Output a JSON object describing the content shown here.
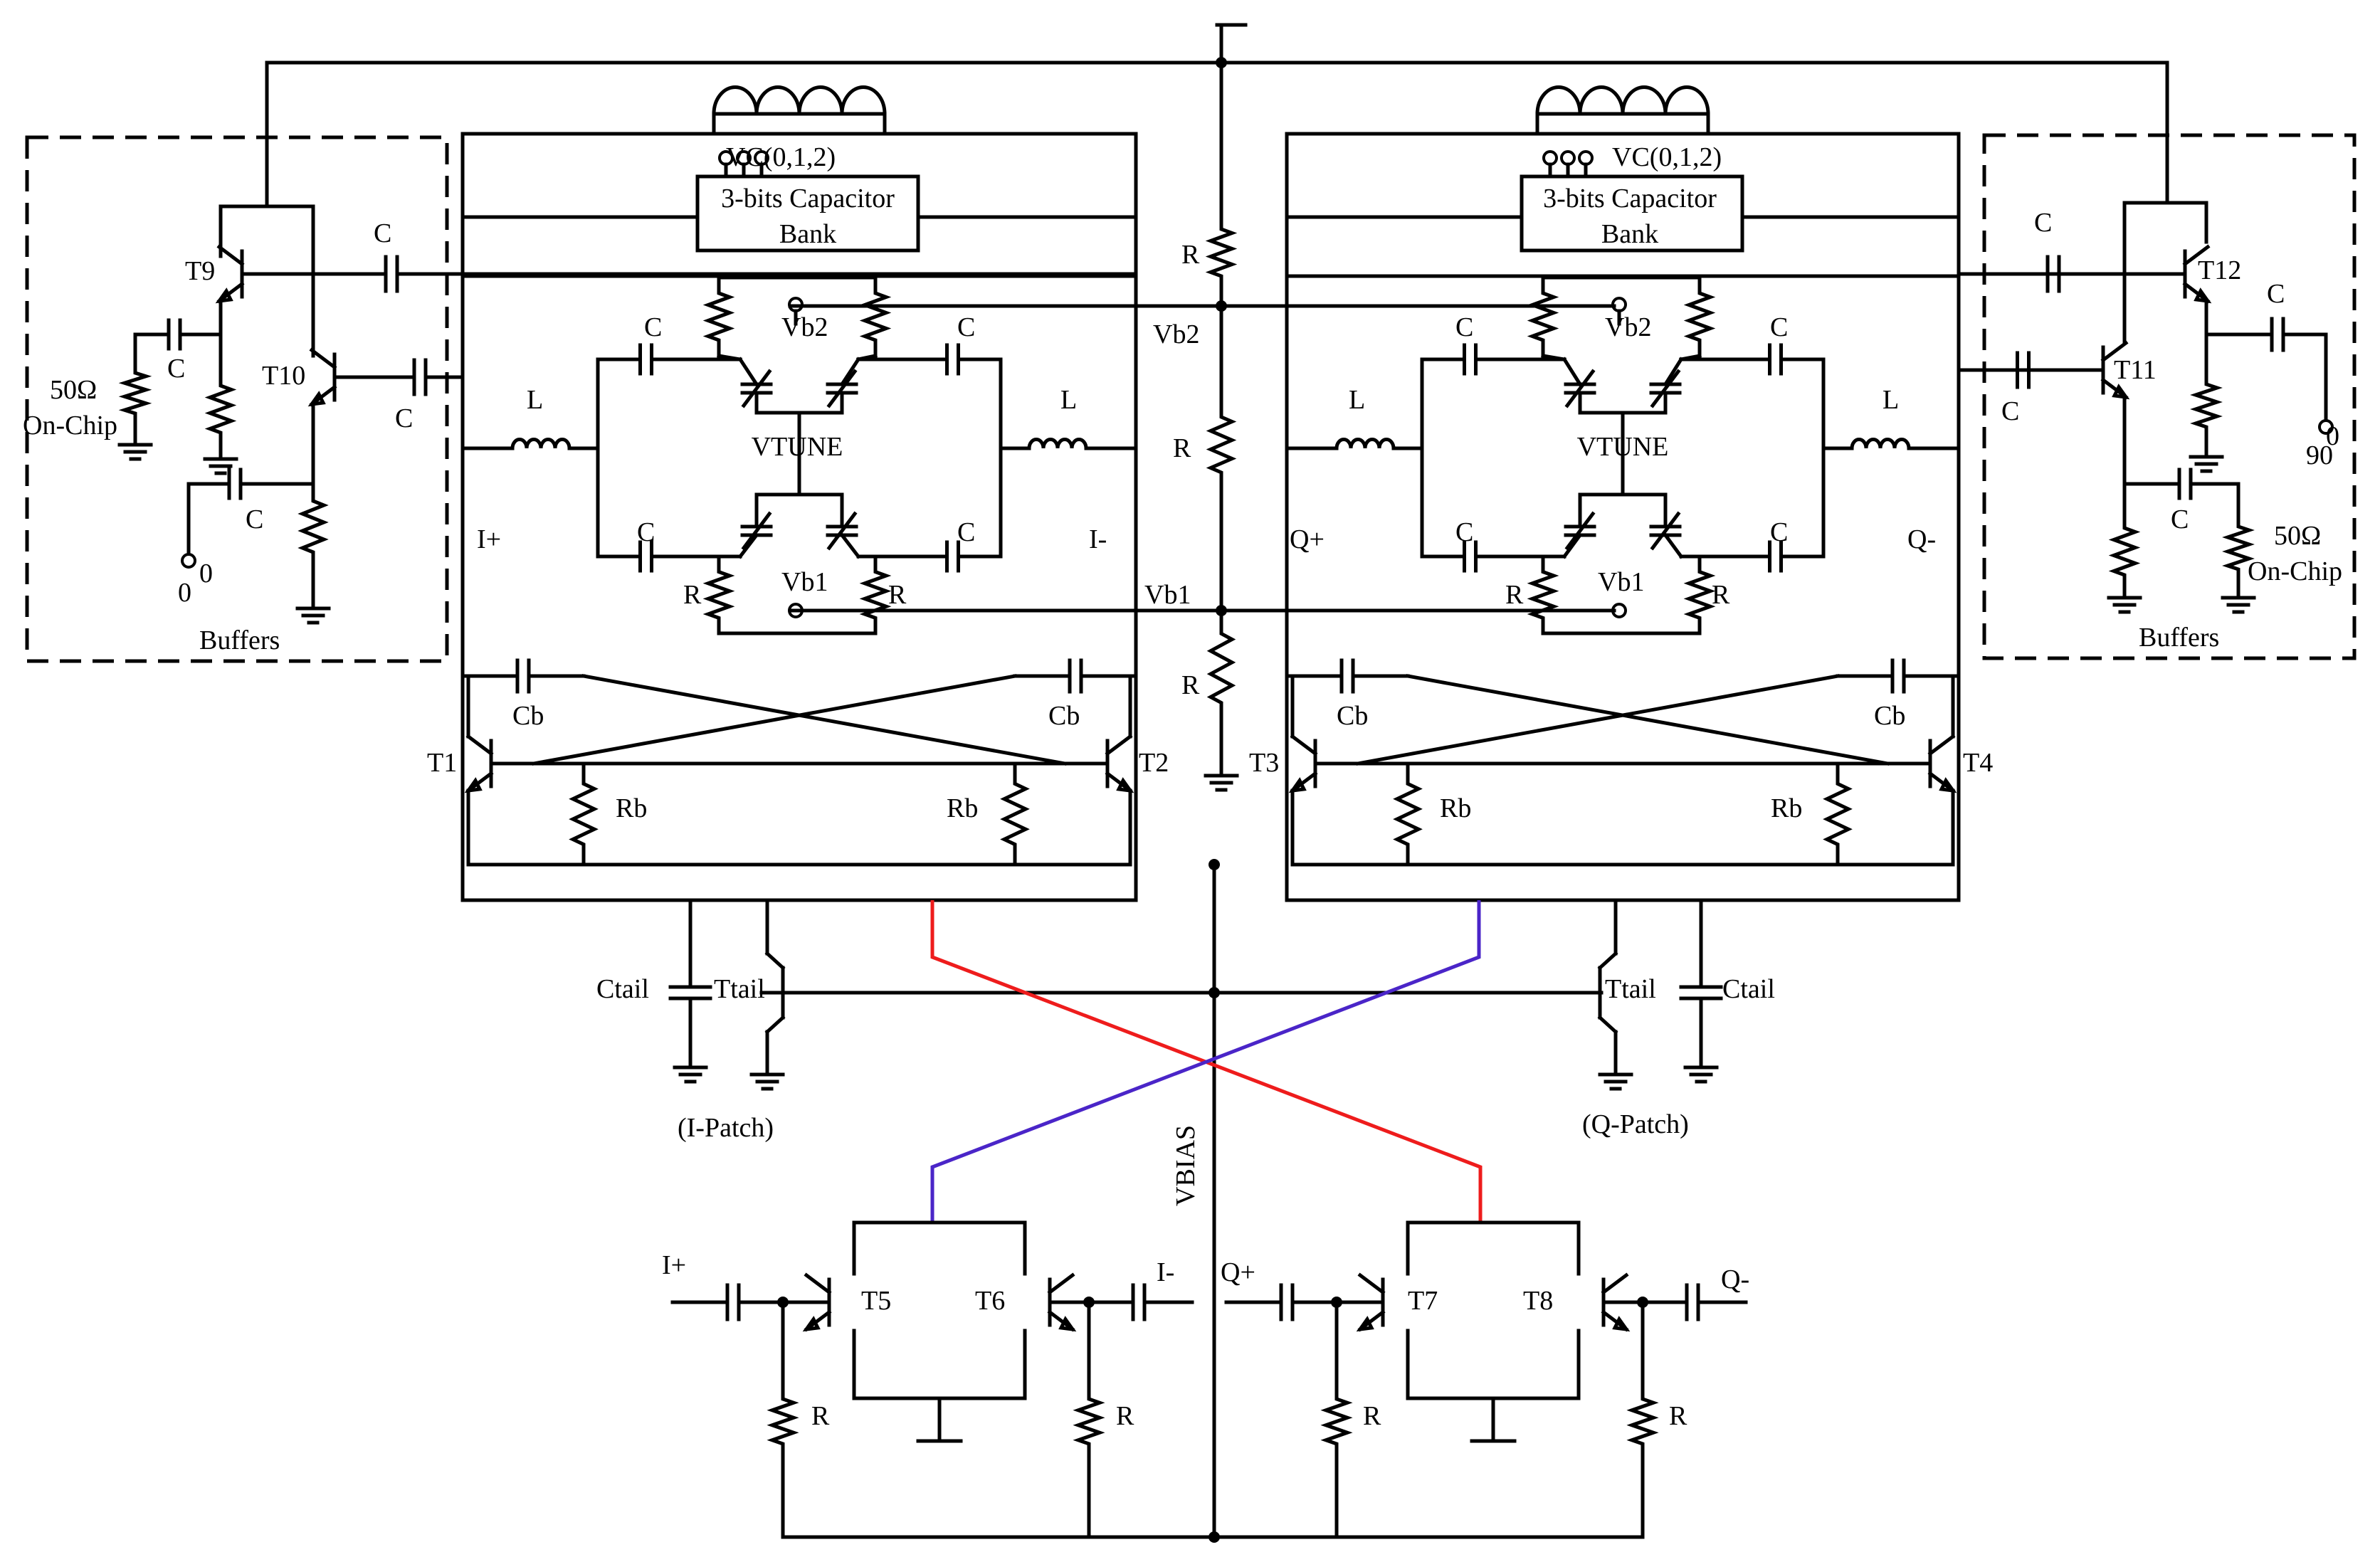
{
  "tank": {
    "cap_bank_line1": "3-bits Capacitor",
    "cap_bank_line2": "Bank",
    "vc_label": "VC(0,1,2)",
    "tune_label": "VTUNE",
    "vb1": "Vb1",
    "vb2": "Vb2",
    "cap": "C",
    "ind": "L",
    "res": "R"
  },
  "core": {
    "i_plus": "I+",
    "i_minus": "I-",
    "q_plus": "Q+",
    "q_minus": "Q-",
    "cb": "Cb",
    "rb": "Rb",
    "t1": "T1",
    "t2": "T2",
    "t3": "T3",
    "t4": "T4"
  },
  "bias": {
    "vb2": "Vb2",
    "vb1": "Vb1",
    "r": "R",
    "vbias": "VBIAS"
  },
  "tail": {
    "ctail": "Ctail",
    "ttail": "Ttail",
    "i_patch": "(I-Patch)",
    "q_patch": "(Q-Patch)"
  },
  "buffers": {
    "left_label": "Buffers",
    "right_label": "Buffers",
    "t9": "T9",
    "t10": "T10",
    "t11": "T11",
    "t12": "T12",
    "load_line1": "50Ω",
    "load_line2": "On-Chip",
    "out_left": "0",
    "out_right": "90",
    "degree": "0",
    "c": "C"
  },
  "coupling": {
    "t5": "T5",
    "t6": "T6",
    "t7": "T7",
    "t8": "T8",
    "i_plus": "I+",
    "i_minus": "I-",
    "q_plus": "Q+",
    "q_minus": "Q-",
    "r": "R"
  },
  "colors": {
    "wire": "#000000",
    "cross_red": "#ee1c1c",
    "cross_blue": "#4a25c8",
    "background": "#ffffff"
  }
}
